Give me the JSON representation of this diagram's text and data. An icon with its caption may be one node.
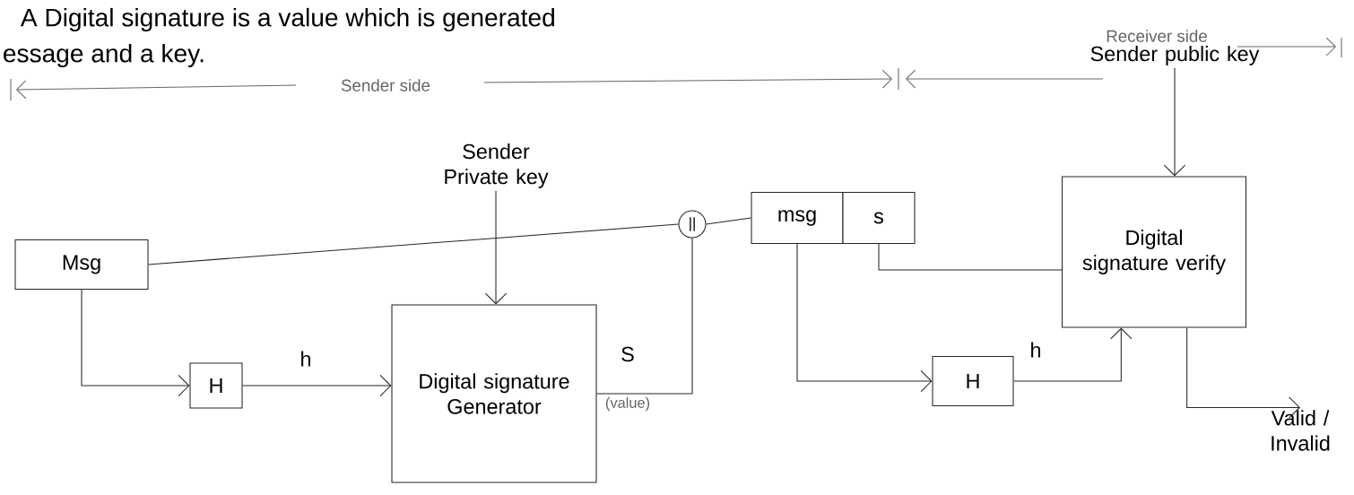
{
  "diagram": {
    "nodes": [
      {
        "text": [
          "Msg"
        ]
      },
      {
        "text": [
          "H"
        ]
      },
      {
        "text": [
          "Digital signature Generator"
        ]
      },
      {
        "text": [
          "Sender Private key"
        ]
      },
      {
        "text": [
          "||"
        ]
      },
      {
        "text": [
          "msg"
        ]
      },
      {
        "text": [
          "s"
        ]
      },
      {
        "text": [
          "H"
        ]
      },
      {
        "text": [
          "Digital signature verify"
        ]
      },
      {
        "text": [
          "Sender public key"
        ]
      },
      {
        "text": [
          "Valid / Invalid"
        ]
      }
    ],
    "edges": [
      {
        "from": 0,
        "to": 4,
        "arrow": "none"
      },
      {
        "from": 0,
        "to": 1,
        "arrow": "to"
      },
      {
        "from": 1,
        "to": 2,
        "arrow": "to",
        "label": "h"
      },
      {
        "from": 3,
        "to": 2,
        "arrow": "to"
      },
      {
        "from": 2,
        "to": 4,
        "arrow": "none",
        "label": "S"
      },
      {
        "from": 4,
        "to": 5,
        "arrow": "none"
      },
      {
        "from": 5,
        "to": 7,
        "arrow": "to"
      },
      {
        "from": 6,
        "to": 8,
        "arrow": "none"
      },
      {
        "from": 7,
        "to": 8,
        "arrow": "to",
        "label": "h"
      },
      {
        "from": 9,
        "to": 8,
        "arrow": "to"
      },
      {
        "from": 8,
        "to": 10,
        "arrow": "to"
      }
    ],
    "labels": [
      "A Digital signature is a value which is generated",
      "essage and a key.",
      "Sender side",
      "Receiver side",
      "(value)"
    ]
  }
}
